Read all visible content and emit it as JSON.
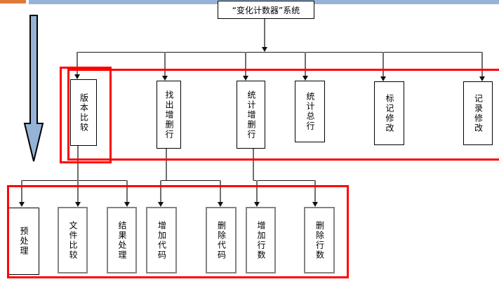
{
  "slide": {
    "root_label": "“变化计数器”系统",
    "level2": [
      {
        "label": "版本比较"
      },
      {
        "label": "找出增删行"
      },
      {
        "label": "统计增删行"
      },
      {
        "label": "统计总行"
      },
      {
        "label": "标记修改"
      },
      {
        "label": "记录修改"
      }
    ],
    "level3": [
      {
        "label": "预处理"
      },
      {
        "label": "文件比较"
      },
      {
        "label": "结果处理"
      },
      {
        "label": "增加代码"
      },
      {
        "label": "删除代码"
      },
      {
        "label": "增加行数"
      },
      {
        "label": "删除行数"
      }
    ],
    "decorations": {
      "big_down_arrow": "down-arrow",
      "top_left_bar": "orange-bar",
      "top_right_bar": "blue-bar"
    },
    "colors": {
      "highlight_red": "#FF0000",
      "accent_blue": "#95B3D7",
      "accent_orange": "#E07A3A",
      "connector_gray": "#6E6E6E",
      "box_border_gray": "#848484",
      "box_border_black": "#000000"
    }
  }
}
